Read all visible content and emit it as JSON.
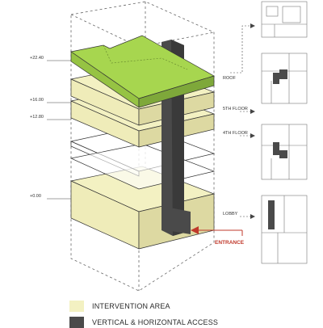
{
  "colors": {
    "intervention": "#f3f1c2",
    "intervention_side": "#ddd9a2",
    "roof": "#a7d64f",
    "roof_side": "#7ea83a",
    "core": "#4a4a4a",
    "entrance": "#c0392b",
    "line": "#555555"
  },
  "levels": [
    "+22.40",
    "+16.00",
    "+12.80",
    "+0.00"
  ],
  "floor_labels": [
    "ROOF",
    "5TH FLOOR",
    "4TH FLOOR",
    "LOBBY"
  ],
  "entrance_label": "ENTRANCE",
  "legend": [
    {
      "label": "INTERVENTION AREA",
      "color": "#f3f1c2"
    },
    {
      "label": "VERTICAL & HORIZONTAL ACCESS",
      "color": "#4a4a4a"
    }
  ]
}
